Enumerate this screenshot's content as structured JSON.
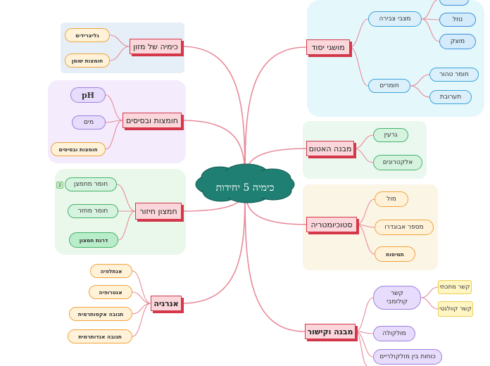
{
  "center": {
    "label": "כימיה 5 יחידות"
  },
  "colors": {
    "link": "#e88a9a",
    "main_border": "#d4374a",
    "center_fill": "#1f7f73"
  },
  "branches": {
    "food_chem": {
      "label": "כימיה של מזון",
      "children": [
        "גליצרידים",
        "חומצות שומן"
      ]
    },
    "acids_bases": {
      "label": "חומצות ובסיסים",
      "children": [
        "pH",
        "מים",
        "חומצות ובסיסים"
      ]
    },
    "redox": {
      "label": "חמצון חיזור",
      "badge": "2",
      "children": [
        "חומר מחמצן",
        "חומר מחזר",
        "דרגת חמצון"
      ]
    },
    "energy": {
      "label": "אנרגיה",
      "children": [
        "אנתלפיה",
        "אנטרופיה",
        "תגובה אקסותרמית",
        "תגובה אנדותרמית"
      ]
    },
    "basic_concepts": {
      "label": "מושגי יסוד",
      "states": {
        "label": "מצבי צבירה",
        "children": [
          "",
          "נוזל",
          "מוצק"
        ]
      },
      "materials": {
        "label": "חומרים",
        "children": [
          "חומר טהור",
          "תערובת"
        ]
      }
    },
    "atom_structure": {
      "label": "מבנה האטום",
      "children": [
        "גרעין",
        "אלקטרונים"
      ]
    },
    "stoichiometry": {
      "label": "סטוכיומטריה",
      "children": [
        "מול",
        "מספר אבוגדרו",
        "תמיסות"
      ]
    },
    "bonding": {
      "label": "מבנה וקישור",
      "coulomb": {
        "label": "קשר קולומבי",
        "children": [
          "קשר מתכתי",
          "קשר קוולנטי"
        ]
      },
      "children": [
        "מולקולה",
        "כוחות בין מולקולריים"
      ]
    }
  }
}
